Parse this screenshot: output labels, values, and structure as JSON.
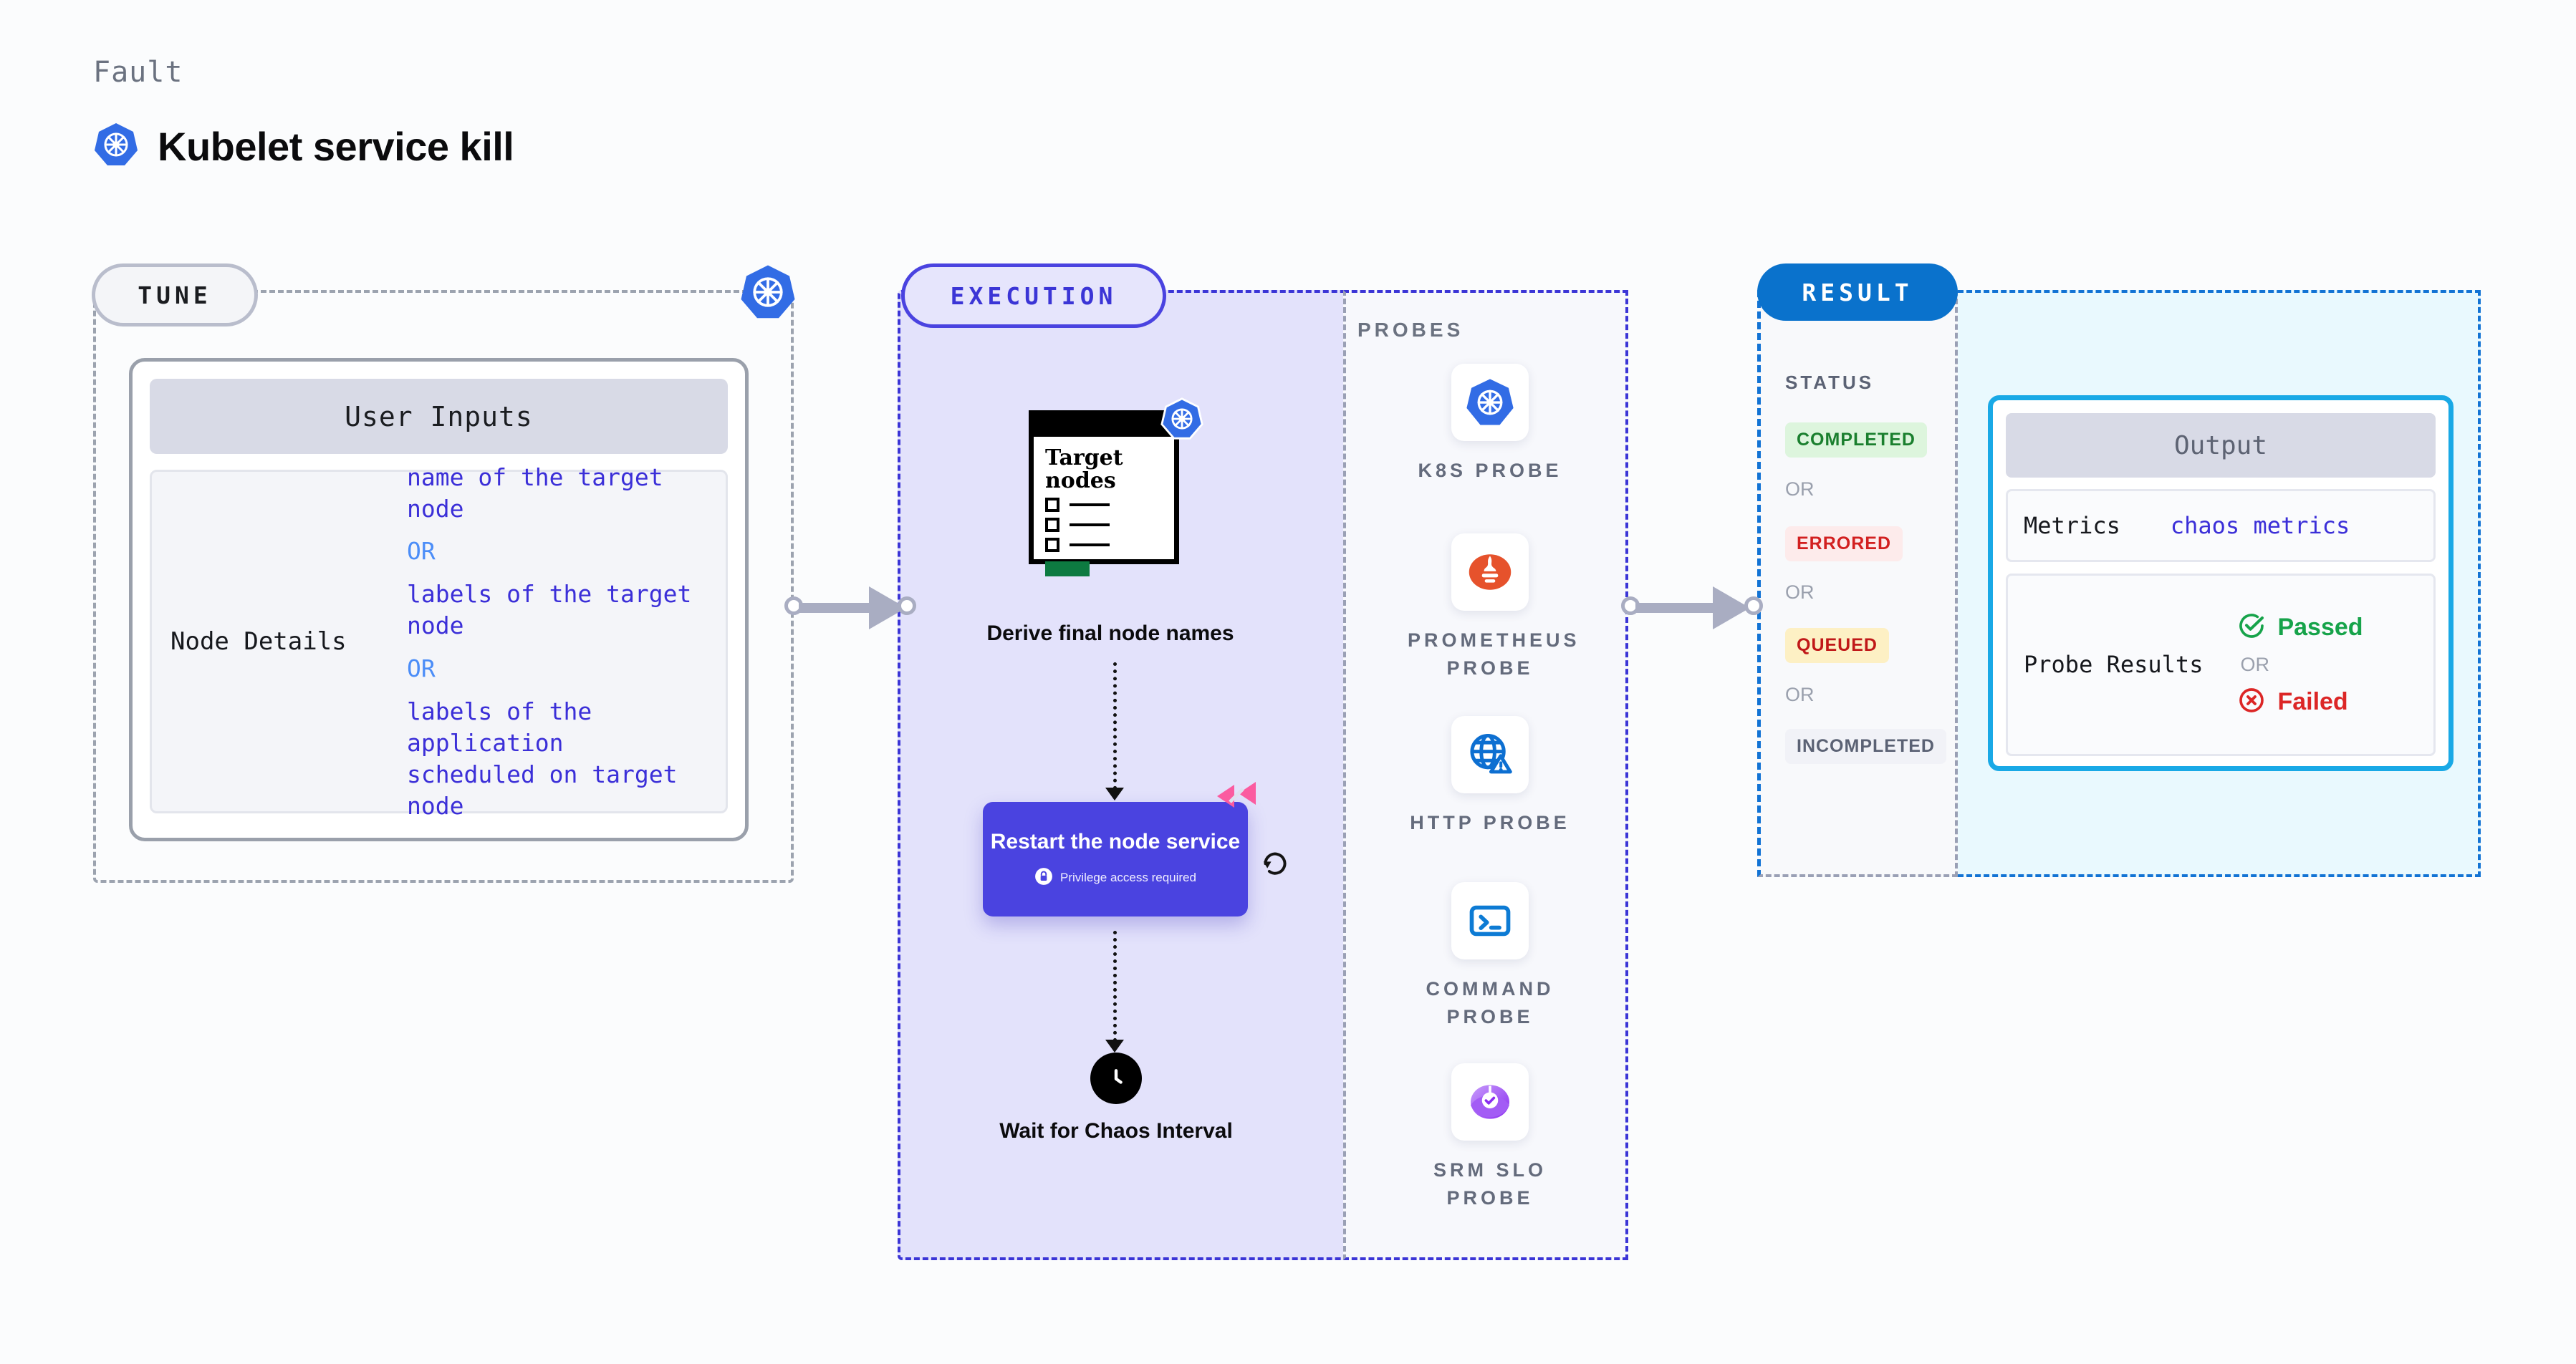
{
  "header": {
    "eyebrow": "Fault",
    "title": "Kubelet service kill",
    "icon": "kubernetes-icon"
  },
  "tune": {
    "pill_label": "TUNE",
    "badge_icon": "kubernetes-icon",
    "card": {
      "header": "User Inputs",
      "rows": [
        {
          "key": "Node Details",
          "values": [
            "name of the target node",
            "labels of the target node",
            "labels of the application\n scheduled on target node"
          ],
          "separator": "OR"
        }
      ]
    }
  },
  "execution": {
    "pill_label": "EXECUTION",
    "nodes": [
      {
        "type": "illustration",
        "icon": "target-nodes-window-icon",
        "window_heading": "Target nodes",
        "badge_icon": "kubernetes-icon",
        "label": "Derive final node names"
      },
      {
        "type": "action",
        "label": "Restart the node service",
        "privilege_note": "Privilege access required",
        "privilege_icon": "lock-icon",
        "brand_icon": "harness-mark-icon",
        "retry_icon": "retry-icon"
      },
      {
        "type": "wait",
        "icon": "clock-icon",
        "label": "Wait for Chaos Interval"
      }
    ]
  },
  "probes": {
    "section_label": "PROBES",
    "items": [
      {
        "label": "K8S PROBE",
        "icon": "kubernetes-icon"
      },
      {
        "label": "PROMETHEUS PROBE",
        "icon": "prometheus-icon"
      },
      {
        "label": "HTTP PROBE",
        "icon": "globe-warning-icon"
      },
      {
        "label": "COMMAND PROBE",
        "icon": "terminal-icon"
      },
      {
        "label": "SRM SLO PROBE",
        "icon": "srm-slo-icon"
      }
    ]
  },
  "result": {
    "pill_label": "RESULT",
    "status": {
      "label": "STATUS",
      "separator": "OR",
      "chips": [
        {
          "text": "COMPLETED",
          "color": "#1a7f2e",
          "bg": "#ddf5dd"
        },
        {
          "text": "ERRORED",
          "color": "#d22020",
          "bg": "#fdebeb"
        },
        {
          "text": "QUEUED",
          "color": "#c01818",
          "bg": "#fdf0c4"
        },
        {
          "text": "INCOMPLETED",
          "color": "#5b6274",
          "bg": "#f1f2f7"
        }
      ]
    },
    "output": {
      "header": "Output",
      "metrics_key": "Metrics",
      "metrics_value": "chaos metrics",
      "probe_results_key": "Probe Results",
      "passed_label": "Passed",
      "failed_label": "Failed",
      "separator": "OR",
      "passed_icon": "check-circle-icon",
      "failed_icon": "x-circle-icon"
    }
  },
  "connectors": [
    {
      "name": "tune-to-execution"
    },
    {
      "name": "execution-to-result"
    }
  ],
  "colors": {
    "kubernetes_blue": "#326ce5",
    "execution_purple": "#4a43e0",
    "execution_bg": "#e3e2fb",
    "result_blue": "#0a72cc",
    "result_bg": "#e9f9fe",
    "output_border": "#19a9e6",
    "harness_pink": "#fb5ba0",
    "connector_grey": "#a9adc2",
    "value_violet": "#3b2fd8",
    "or_blue": "#4b8df8"
  }
}
